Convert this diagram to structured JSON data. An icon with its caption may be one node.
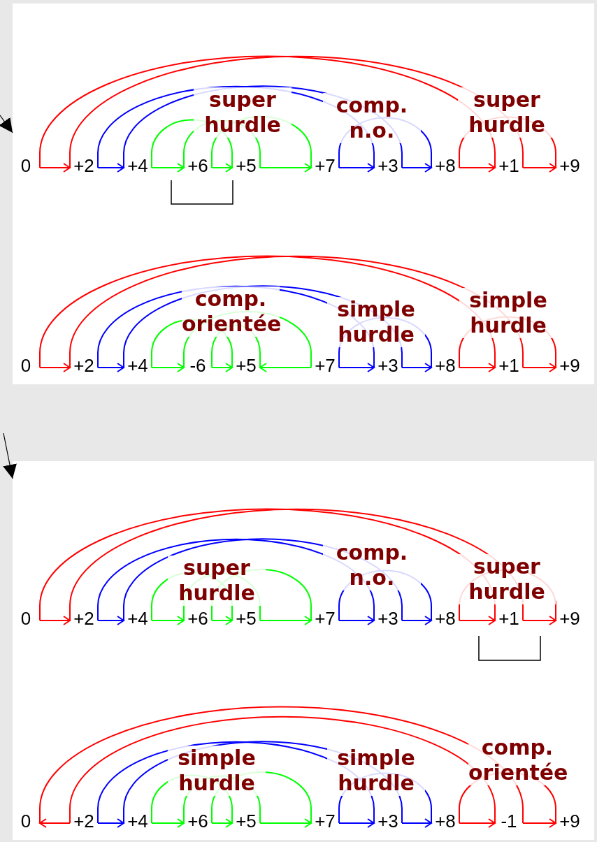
{
  "diagram": {
    "nodes": [
      {
        "text": [],
        "shape": "box"
      },
      {
        "text": [
          "0"
        ],
        "in": 0
      },
      {
        "text": [
          "+2"
        ],
        "in": 0
      },
      {
        "text": [
          "+4"
        ],
        "in": 0
      },
      {
        "text": [
          "+6"
        ],
        "in": 0
      },
      {
        "text": [
          "+5"
        ],
        "in": 0
      },
      {
        "text": [
          "+7"
        ],
        "in": 0
      },
      {
        "text": [
          "+3"
        ],
        "in": 0
      },
      {
        "text": [
          "+8"
        ],
        "in": 0
      },
      {
        "text": [
          "+1"
        ],
        "in": 0
      },
      {
        "text": [
          "+9"
        ],
        "in": 0
      },
      {
        "text": [
          "0"
        ],
        "in": 0
      },
      {
        "text": [
          "+2"
        ],
        "in": 0
      },
      {
        "text": [
          "+4"
        ],
        "in": 0
      },
      {
        "text": [
          "-6"
        ],
        "in": 0
      },
      {
        "text": [
          "+5"
        ],
        "in": 0
      },
      {
        "text": [
          "+7"
        ],
        "in": 0
      },
      {
        "text": [
          "+3"
        ],
        "in": 0
      },
      {
        "text": [
          "+8"
        ],
        "in": 0
      },
      {
        "text": [
          "+1"
        ],
        "in": 0
      },
      {
        "text": [
          "+9"
        ],
        "in": 0
      },
      {
        "text": [],
        "shape": "box"
      },
      {
        "text": [
          "0"
        ],
        "in": 21
      },
      {
        "text": [
          "+2"
        ],
        "in": 21
      },
      {
        "text": [
          "+4"
        ],
        "in": 21
      },
      {
        "text": [
          "+6"
        ],
        "in": 21
      },
      {
        "text": [
          "+5"
        ],
        "in": 21
      },
      {
        "text": [
          "+7"
        ],
        "in": 21
      },
      {
        "text": [
          "+3"
        ],
        "in": 21
      },
      {
        "text": [
          "+8"
        ],
        "in": 21
      },
      {
        "text": [
          "+1"
        ],
        "in": 21
      },
      {
        "text": [
          "+9"
        ],
        "in": 21
      },
      {
        "text": [
          "0"
        ],
        "in": 21
      },
      {
        "text": [
          "+2"
        ],
        "in": 21
      },
      {
        "text": [
          "+4"
        ],
        "in": 21
      },
      {
        "text": [
          "+6"
        ],
        "in": 21
      },
      {
        "text": [
          "+5"
        ],
        "in": 21
      },
      {
        "text": [
          "+7"
        ],
        "in": 21
      },
      {
        "text": [
          "+3"
        ],
        "in": 21
      },
      {
        "text": [
          "+8"
        ],
        "in": 21
      },
      {
        "text": [
          "-1"
        ],
        "in": 21
      },
      {
        "text": [
          "+9"
        ],
        "in": 21
      }
    ],
    "edges": [
      {
        "from": 1,
        "to": 2,
        "arrow": "to",
        "color": "#ff0000"
      },
      {
        "from": 2,
        "to": 3,
        "arrow": "to",
        "color": "#0000ff"
      },
      {
        "from": 3,
        "to": 4,
        "arrow": "to",
        "color": "#00ff00"
      },
      {
        "from": 4,
        "to": 5,
        "arrow": "to",
        "color": "#00ff00"
      },
      {
        "from": 5,
        "to": 6,
        "arrow": "to",
        "color": "#00ff00"
      },
      {
        "from": 6,
        "to": 7,
        "arrow": "to",
        "color": "#0000ff"
      },
      {
        "from": 7,
        "to": 8,
        "arrow": "to",
        "color": "#0000ff"
      },
      {
        "from": 8,
        "to": 9,
        "arrow": "to",
        "color": "#ff0000"
      },
      {
        "from": 9,
        "to": 10,
        "arrow": "to",
        "color": "#ff0000"
      },
      {
        "from": 1,
        "to": 9,
        "arrow": "none",
        "color": "#ff0000"
      },
      {
        "from": 9,
        "to": 2,
        "arrow": "none",
        "color": "#ff0000"
      },
      {
        "from": 2,
        "to": 7,
        "arrow": "none",
        "color": "#0000ff"
      },
      {
        "from": 7,
        "to": 3,
        "arrow": "none",
        "color": "#0000ff"
      },
      {
        "from": 3,
        "to": 5,
        "arrow": "none",
        "color": "#00ff00"
      },
      {
        "from": 5,
        "to": 4,
        "arrow": "none",
        "color": "#00ff00"
      },
      {
        "from": 4,
        "to": 6,
        "arrow": "none",
        "color": "#00ff00"
      },
      {
        "from": 6,
        "to": 8,
        "arrow": "none",
        "color": "#0000ff"
      },
      {
        "from": 8,
        "to": 10,
        "arrow": "none",
        "color": "#ff0000"
      },
      {
        "from": 11,
        "to": 12,
        "arrow": "to",
        "color": "#ff0000"
      },
      {
        "from": 12,
        "to": 13,
        "arrow": "to",
        "color": "#0000ff"
      },
      {
        "from": 13,
        "to": 14,
        "arrow": "to",
        "color": "#00ff00"
      },
      {
        "from": 14,
        "to": 15,
        "arrow": "to",
        "color": "#00ff00"
      },
      {
        "from": 16,
        "to": 15,
        "arrow": "to",
        "color": "#00ff00"
      },
      {
        "from": 16,
        "to": 17,
        "arrow": "to",
        "color": "#0000ff"
      },
      {
        "from": 17,
        "to": 18,
        "arrow": "to",
        "color": "#0000ff"
      },
      {
        "from": 18,
        "to": 19,
        "arrow": "to",
        "color": "#ff0000"
      },
      {
        "from": 19,
        "to": 20,
        "arrow": "to",
        "color": "#ff0000"
      },
      {
        "from": 11,
        "to": 19,
        "arrow": "none",
        "color": "#ff0000"
      },
      {
        "from": 19,
        "to": 12,
        "arrow": "none",
        "color": "#ff0000"
      },
      {
        "from": 12,
        "to": 17,
        "arrow": "none",
        "color": "#0000ff"
      },
      {
        "from": 17,
        "to": 13,
        "arrow": "none",
        "color": "#0000ff"
      },
      {
        "from": 13,
        "to": 15,
        "arrow": "none",
        "color": "#00ff00"
      },
      {
        "from": 15,
        "to": 14,
        "arrow": "none",
        "color": "#00ff00"
      },
      {
        "from": 14,
        "to": 16,
        "arrow": "none",
        "color": "#00ff00"
      },
      {
        "from": 16,
        "to": 18,
        "arrow": "none",
        "color": "#0000ff"
      },
      {
        "from": 18,
        "to": 20,
        "arrow": "none",
        "color": "#ff0000"
      },
      {
        "from": 22,
        "to": 23,
        "arrow": "to",
        "color": "#ff0000"
      },
      {
        "from": 23,
        "to": 24,
        "arrow": "to",
        "color": "#0000ff"
      },
      {
        "from": 24,
        "to": 25,
        "arrow": "to",
        "color": "#00ff00"
      },
      {
        "from": 25,
        "to": 26,
        "arrow": "to",
        "color": "#00ff00"
      },
      {
        "from": 26,
        "to": 27,
        "arrow": "to",
        "color": "#00ff00"
      },
      {
        "from": 27,
        "to": 28,
        "arrow": "to",
        "color": "#0000ff"
      },
      {
        "from": 28,
        "to": 29,
        "arrow": "to",
        "color": "#0000ff"
      },
      {
        "from": 29,
        "to": 30,
        "arrow": "to",
        "color": "#ff0000"
      },
      {
        "from": 30,
        "to": 31,
        "arrow": "to",
        "color": "#ff0000"
      },
      {
        "from": 22,
        "to": 30,
        "arrow": "none",
        "color": "#ff0000"
      },
      {
        "from": 30,
        "to": 23,
        "arrow": "none",
        "color": "#ff0000"
      },
      {
        "from": 23,
        "to": 28,
        "arrow": "none",
        "color": "#0000ff"
      },
      {
        "from": 28,
        "to": 24,
        "arrow": "none",
        "color": "#0000ff"
      },
      {
        "from": 24,
        "to": 26,
        "arrow": "none",
        "color": "#00ff00"
      },
      {
        "from": 26,
        "to": 25,
        "arrow": "none",
        "color": "#00ff00"
      },
      {
        "from": 25,
        "to": 27,
        "arrow": "none",
        "color": "#00ff00"
      },
      {
        "from": 27,
        "to": 29,
        "arrow": "none",
        "color": "#0000ff"
      },
      {
        "from": 29,
        "to": 31,
        "arrow": "none",
        "color": "#ff0000"
      },
      {
        "from": 33,
        "to": 32,
        "arrow": "to",
        "color": "#ff0000"
      },
      {
        "from": 33,
        "to": 34,
        "arrow": "to",
        "color": "#0000ff"
      },
      {
        "from": 34,
        "to": 35,
        "arrow": "to",
        "color": "#00ff00"
      },
      {
        "from": 35,
        "to": 36,
        "arrow": "to",
        "color": "#00ff00"
      },
      {
        "from": 36,
        "to": 37,
        "arrow": "to",
        "color": "#00ff00"
      },
      {
        "from": 37,
        "to": 38,
        "arrow": "to",
        "color": "#0000ff"
      },
      {
        "from": 38,
        "to": 39,
        "arrow": "to",
        "color": "#0000ff"
      },
      {
        "from": 39,
        "to": 40,
        "arrow": "to",
        "color": "#ff0000"
      },
      {
        "from": 40,
        "to": 41,
        "arrow": "to",
        "color": "#ff0000"
      },
      {
        "from": 32,
        "to": 40,
        "arrow": "none",
        "color": "#ff0000"
      },
      {
        "from": 40,
        "to": 33,
        "arrow": "none",
        "color": "#ff0000"
      },
      {
        "from": 33,
        "to": 38,
        "arrow": "none",
        "color": "#0000ff"
      },
      {
        "from": 38,
        "to": 34,
        "arrow": "none",
        "color": "#0000ff"
      },
      {
        "from": 34,
        "to": 36,
        "arrow": "none",
        "color": "#00ff00"
      },
      {
        "from": 36,
        "to": 35,
        "arrow": "none",
        "color": "#00ff00"
      },
      {
        "from": 35,
        "to": 37,
        "arrow": "none",
        "color": "#00ff00"
      },
      {
        "from": 37,
        "to": 39,
        "arrow": "none",
        "color": "#0000ff"
      },
      {
        "from": 39,
        "to": 41,
        "arrow": "none",
        "color": "#ff0000"
      },
      {
        "from": null,
        "to": 0,
        "arrow": "to",
        "color": "#000000"
      },
      {
        "from": null,
        "to": 21,
        "arrow": "to",
        "color": "#000000"
      }
    ],
    "labels": [
      "super hurdle",
      "comp. n.o.",
      "super hurdle",
      "comp. orientée",
      "simple hurdle",
      "simple hurdle",
      "super hurdle",
      "comp. n.o.",
      "super hurdle",
      "simple hurdle",
      "simple hurdle",
      "comp. orientée"
    ]
  }
}
